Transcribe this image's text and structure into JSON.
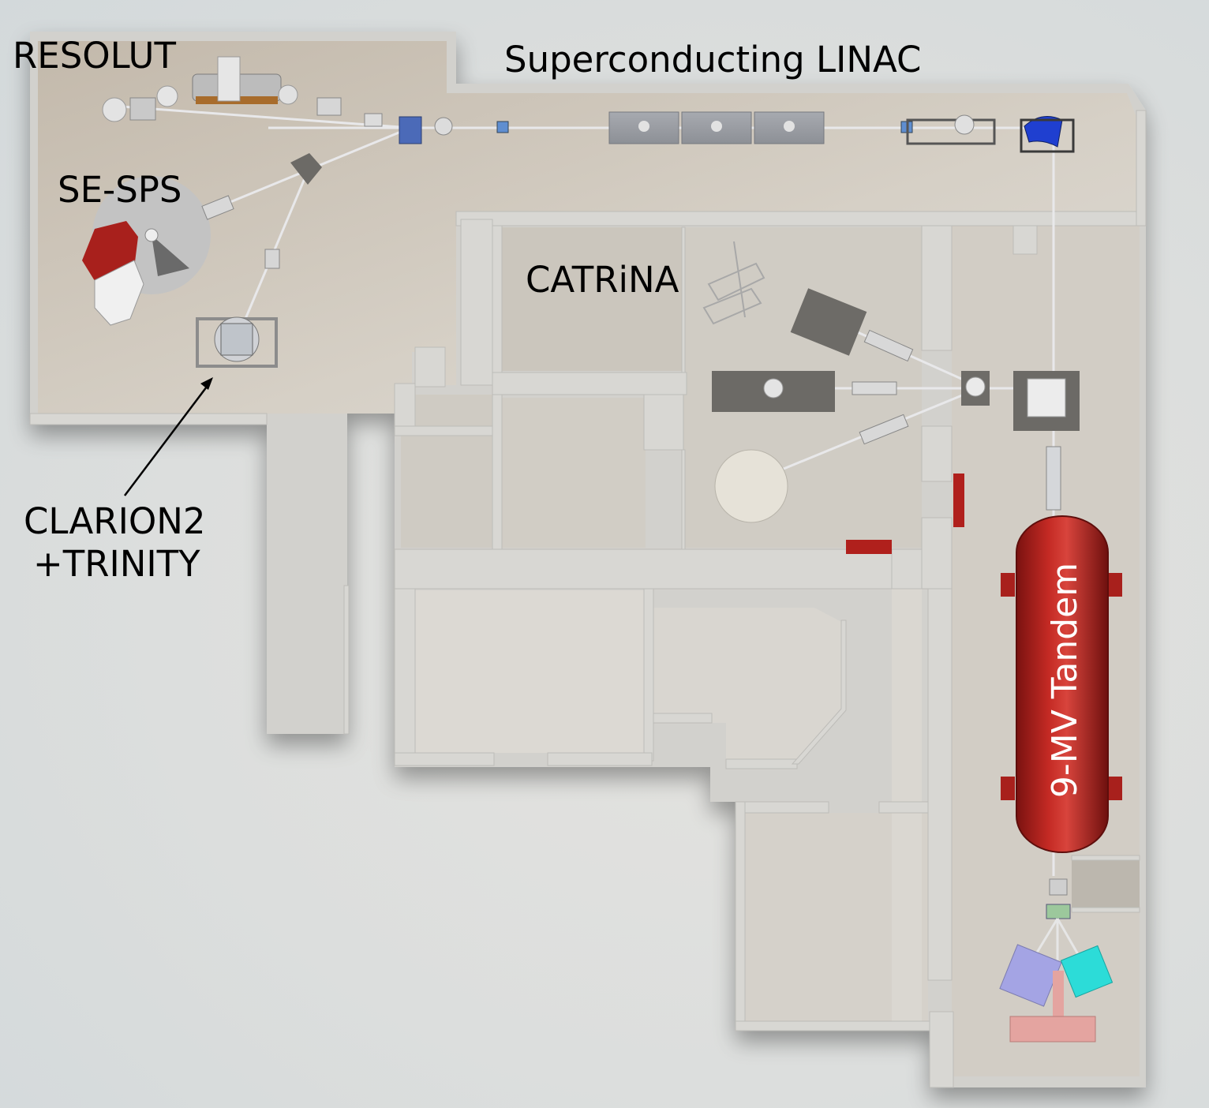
{
  "labels": {
    "resolut": "RESOLUT",
    "linac": "Superconducting LINAC",
    "sesps": "SE-SPS",
    "catrina": "CATRiNA",
    "clarion_line1": "CLARION2",
    "clarion_line2": "+TRINITY",
    "tandem": "9-MV Tandem"
  },
  "colors": {
    "floor": "#c6bfb4",
    "wall": "#d4d3cf",
    "tandem_red": "#b01f1c",
    "magnet_red": "#a8201c",
    "ion_source_blue": "#a4a4e4",
    "ion_source_cyan": "#2cdcd8",
    "ion_source_pink": "#e4a4a0"
  }
}
